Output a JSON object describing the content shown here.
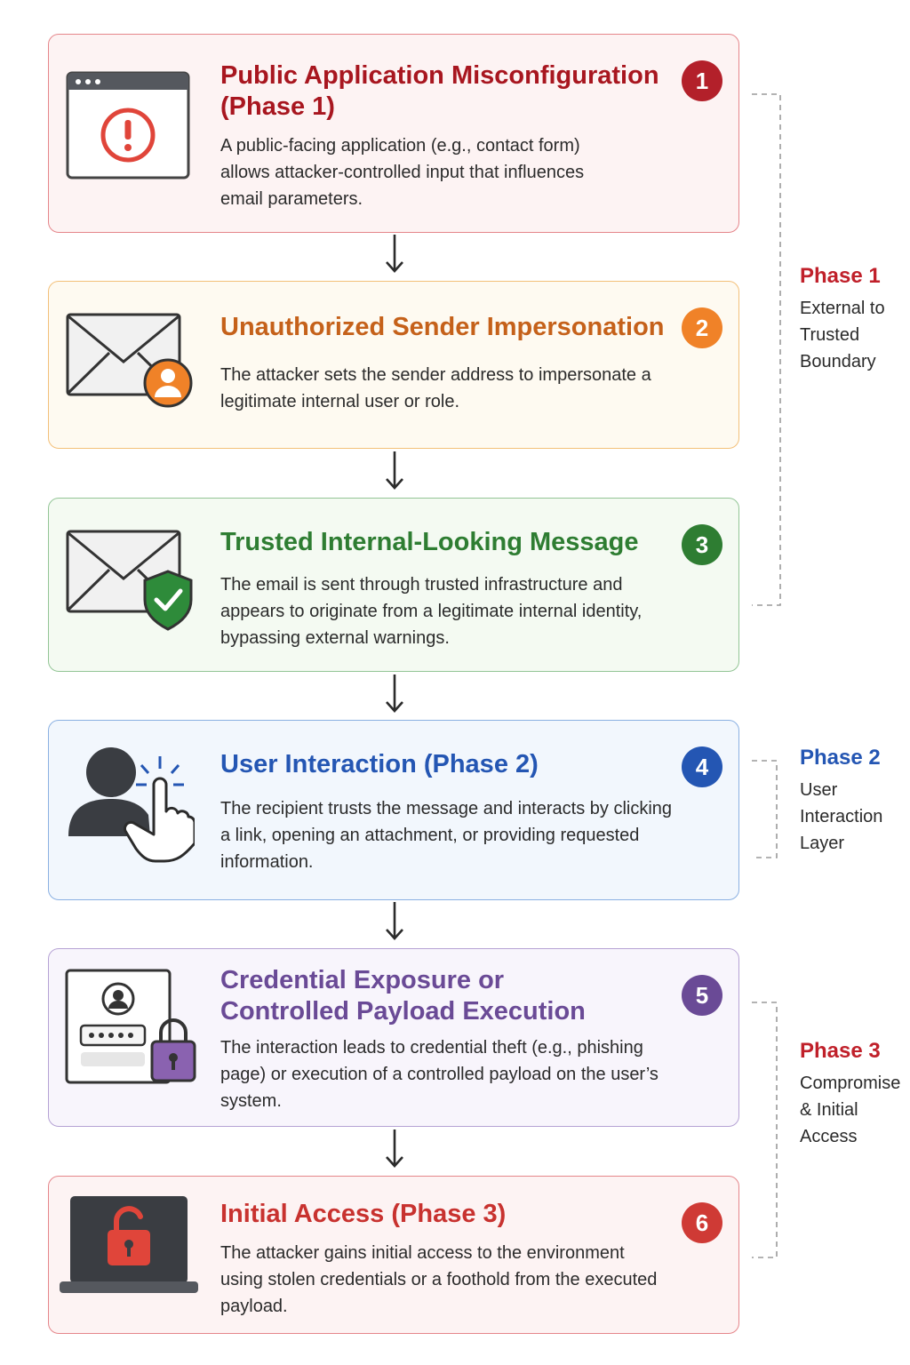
{
  "steps": [
    {
      "number": "1",
      "title": "Public Application Misconfiguration",
      "title_line2": "(Phase 1)",
      "description": "A public-facing application (e.g., contact form) allows attacker-controlled input that influences email parameters.",
      "icon": "browser-warning-icon",
      "color": "#b3202a"
    },
    {
      "number": "2",
      "title": "Unauthorized Sender Impersonation",
      "description": "The attacker sets the sender address to impersonate a legitimate internal user or role.",
      "icon": "envelope-user-icon",
      "color": "#e6761f"
    },
    {
      "number": "3",
      "title": "Trusted Internal-Looking Message",
      "description": "The email is sent through trusted infrastructure and appears to originate from a legitimate internal identity, bypassing external warnings.",
      "icon": "envelope-shield-icon",
      "color": "#2e7d32"
    },
    {
      "number": "4",
      "title": "User Interaction (Phase 2)",
      "description": "The recipient trusts the message and interacts by clicking a link, opening an attachment, or providing requested information.",
      "icon": "user-click-icon",
      "color": "#2456b3"
    },
    {
      "number": "5",
      "title": "Credential Exposure or",
      "title_line2": "Controlled Payload Execution",
      "description": "The interaction leads to credential theft (e.g., phishing page) or execution of a controlled payload on the user’s system.",
      "icon": "login-lock-icon",
      "color": "#6a4a96"
    },
    {
      "number": "6",
      "title": "Initial Access (Phase 3)",
      "description": "The attacker gains initial access to the environment using stolen credentials or a foothold from the executed payload.",
      "icon": "laptop-unlock-icon",
      "color": "#cf3a35"
    }
  ],
  "phases": [
    {
      "title": "Phase 1",
      "line1": "External to",
      "line2": "Trusted",
      "line3": "Boundary",
      "color": "#c0202a"
    },
    {
      "title": "Phase 2",
      "line1": "User",
      "line2": "Interaction",
      "line3": "Layer",
      "color": "#2456b3"
    },
    {
      "title": "Phase 3",
      "line1": "Compromise",
      "line2": "& Initial",
      "line3": "Access",
      "color": "#c0202a"
    }
  ]
}
